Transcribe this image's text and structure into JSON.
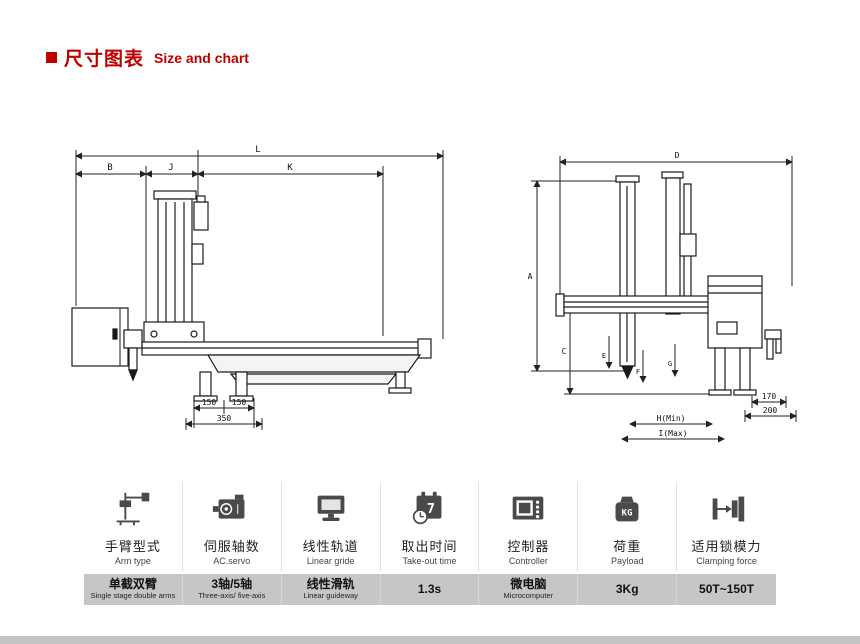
{
  "header": {
    "title_zh": "尺寸图表",
    "title_en": "Size and chart"
  },
  "side_view": {
    "dims": {
      "L": "L",
      "B": "B",
      "J": "J",
      "K": "K",
      "d150a": "150",
      "d150b": "150",
      "d350": "350"
    }
  },
  "front_view": {
    "dims": {
      "A": "A",
      "C": "C",
      "D": "D",
      "E": "E",
      "F": "F",
      "G": "G",
      "h_min": "H(Min)",
      "i_max": "I(Max)",
      "d170": "170",
      "d200": "200"
    }
  },
  "spec_table": {
    "icon_texts": {
      "calendar_day": "7",
      "kg": "KG"
    },
    "columns": [
      {
        "icon": "arm-type-icon",
        "label_zh": "手臂型式",
        "label_en": "Arm type",
        "value_zh": "单截双臂",
        "value_en": "Single stage double arms"
      },
      {
        "icon": "servo-motor-icon",
        "label_zh": "伺服轴数",
        "label_en": "AC.servo",
        "value_zh": "3轴/5轴",
        "value_en": "Three-axis/ five-axis"
      },
      {
        "icon": "linear-rail-monitor-icon",
        "label_zh": "线性轨道",
        "label_en": "Linear gride",
        "value_zh": "线性滑轨",
        "value_en": "Linear guideway"
      },
      {
        "icon": "takeout-time-calendar-icon",
        "label_zh": "取出时间",
        "label_en": "Take-out time",
        "value_zh": "1.3s",
        "value_en": ""
      },
      {
        "icon": "controller-icon",
        "label_zh": "控制器",
        "label_en": "Controller",
        "value_zh": "微电脑",
        "value_en": "Microcomputer"
      },
      {
        "icon": "payload-kg-icon",
        "label_zh": "荷重",
        "label_en": "Payload",
        "value_zh": "3Kg",
        "value_en": ""
      },
      {
        "icon": "clamping-force-icon",
        "label_zh": "适用锁模力",
        "label_en": "Clamping force",
        "value_zh": "50T~150T",
        "value_en": ""
      }
    ]
  }
}
